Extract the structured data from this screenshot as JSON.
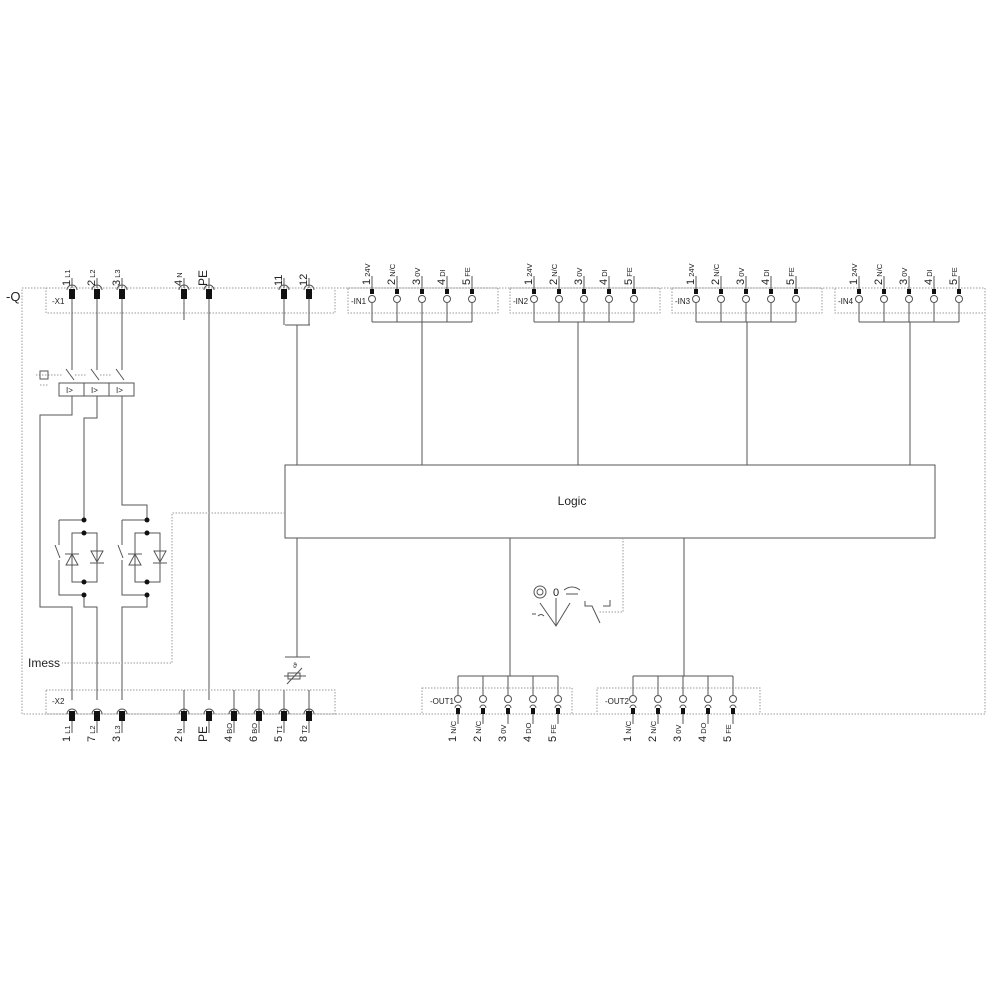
{
  "device_label": "-Q",
  "logic_label": "Logic",
  "imess_label": "Imess",
  "switch_zero_label": "0",
  "x1": {
    "label": "-X1",
    "terminals": [
      {
        "num": "1",
        "sub": "L1"
      },
      {
        "num": "2",
        "sub": "L2"
      },
      {
        "num": "3",
        "sub": "L3"
      },
      {
        "num": "4",
        "sub": "N"
      },
      {
        "num": "PE",
        "sub": ""
      },
      {
        "num": "11",
        "sub": ""
      },
      {
        "num": "12",
        "sub": ""
      }
    ]
  },
  "x2": {
    "label": "-X2",
    "terminals": [
      {
        "num": "1",
        "sub": "L1"
      },
      {
        "num": "7",
        "sub": "L2"
      },
      {
        "num": "3",
        "sub": "L3"
      },
      {
        "num": "2",
        "sub": "N"
      },
      {
        "num": "PE",
        "sub": ""
      },
      {
        "num": "4",
        "sub": "BO"
      },
      {
        "num": "6",
        "sub": "BO"
      },
      {
        "num": "5",
        "sub": "T1"
      },
      {
        "num": "8",
        "sub": "T2"
      }
    ]
  },
  "inputs": [
    {
      "label": "-IN1",
      "pins": [
        {
          "num": "1",
          "sub": "24V"
        },
        {
          "num": "2",
          "sub": "N/C"
        },
        {
          "num": "3",
          "sub": "0V"
        },
        {
          "num": "4",
          "sub": "DI"
        },
        {
          "num": "5",
          "sub": "FE"
        }
      ]
    },
    {
      "label": "-IN2",
      "pins": [
        {
          "num": "1",
          "sub": "24V"
        },
        {
          "num": "2",
          "sub": "N/C"
        },
        {
          "num": "3",
          "sub": "0V"
        },
        {
          "num": "4",
          "sub": "DI"
        },
        {
          "num": "5",
          "sub": "FE"
        }
      ]
    },
    {
      "label": "-IN3",
      "pins": [
        {
          "num": "1",
          "sub": "24V"
        },
        {
          "num": "2",
          "sub": "N/C"
        },
        {
          "num": "3",
          "sub": "0V"
        },
        {
          "num": "4",
          "sub": "DI"
        },
        {
          "num": "5",
          "sub": "FE"
        }
      ]
    },
    {
      "label": "-IN4",
      "pins": [
        {
          "num": "1",
          "sub": "24V"
        },
        {
          "num": "2",
          "sub": "N/C"
        },
        {
          "num": "3",
          "sub": "0V"
        },
        {
          "num": "4",
          "sub": "DI"
        },
        {
          "num": "5",
          "sub": "FE"
        }
      ]
    }
  ],
  "outputs": [
    {
      "label": "-OUT1",
      "pins": [
        {
          "num": "1",
          "sub": "N/C"
        },
        {
          "num": "2",
          "sub": "N/C"
        },
        {
          "num": "3",
          "sub": "0V"
        },
        {
          "num": "4",
          "sub": "DO"
        },
        {
          "num": "5",
          "sub": "FE"
        }
      ]
    },
    {
      "label": "-OUT2",
      "pins": [
        {
          "num": "1",
          "sub": "N/C"
        },
        {
          "num": "2",
          "sub": "N/C"
        },
        {
          "num": "3",
          "sub": "0V"
        },
        {
          "num": "4",
          "sub": "DO"
        },
        {
          "num": "5",
          "sub": "FE"
        }
      ]
    }
  ],
  "breaker_cells": [
    "I>",
    "I>",
    "I>"
  ],
  "thermistor_symbol": "ϑ"
}
